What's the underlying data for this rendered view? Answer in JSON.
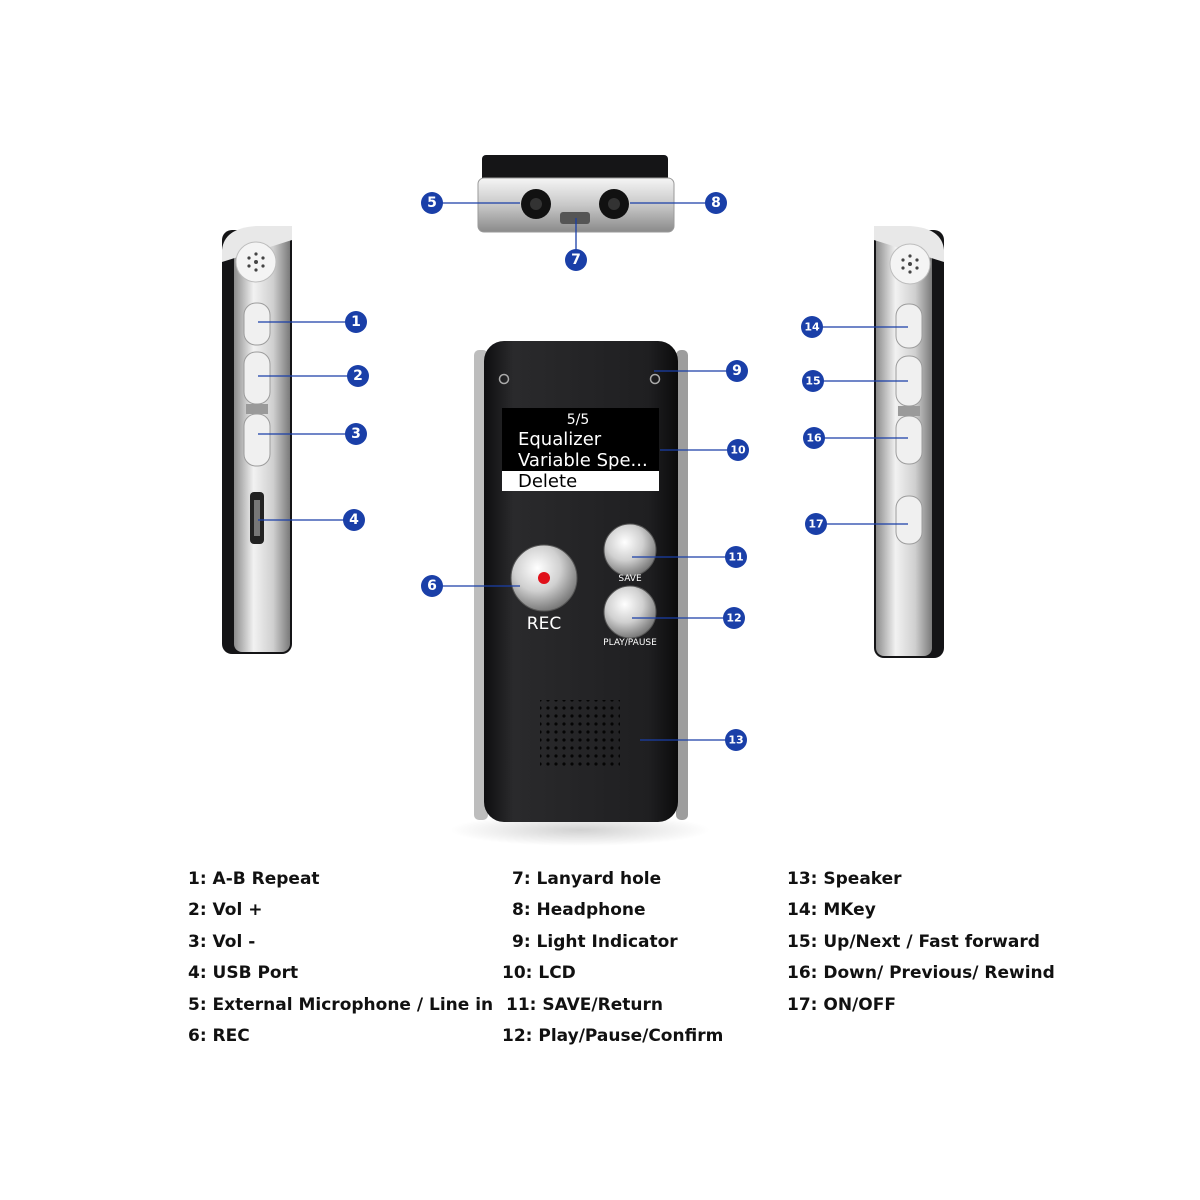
{
  "colors": {
    "callout": "#1a3fa8",
    "device_body": "#1c1c1e",
    "chrome": "#d9d9d9",
    "rec_dot": "#e0101a"
  },
  "lcd": {
    "counter": "5/5",
    "menu": [
      "Equalizer",
      "Variable Spe...",
      "Delete"
    ],
    "selected_index": 2
  },
  "device_labels": {
    "rec": "REC",
    "save": "SAVE",
    "play_pause": "PLAY/PAUSE"
  },
  "callouts": [
    "1",
    "2",
    "3",
    "4",
    "5",
    "6",
    "7",
    "8",
    "9",
    "10",
    "11",
    "12",
    "13",
    "14",
    "15",
    "16",
    "17"
  ],
  "legend": {
    "col1": [
      "1: A-B Repeat",
      "2: Vol +",
      "3: Vol -",
      "4: USB Port",
      "5: External Microphone / Line in",
      "6: REC"
    ],
    "col2": [
      "7: Lanyard hole",
      "8: Headphone",
      "9: Light Indicator",
      "10: LCD",
      "11: SAVE/Return",
      "12: Play/Pause/Confirm"
    ],
    "col3": [
      "13: Speaker",
      "14: MKey",
      "15: Up/Next / Fast forward",
      "16: Down/ Previous/ Rewind",
      "17: ON/OFF"
    ]
  }
}
